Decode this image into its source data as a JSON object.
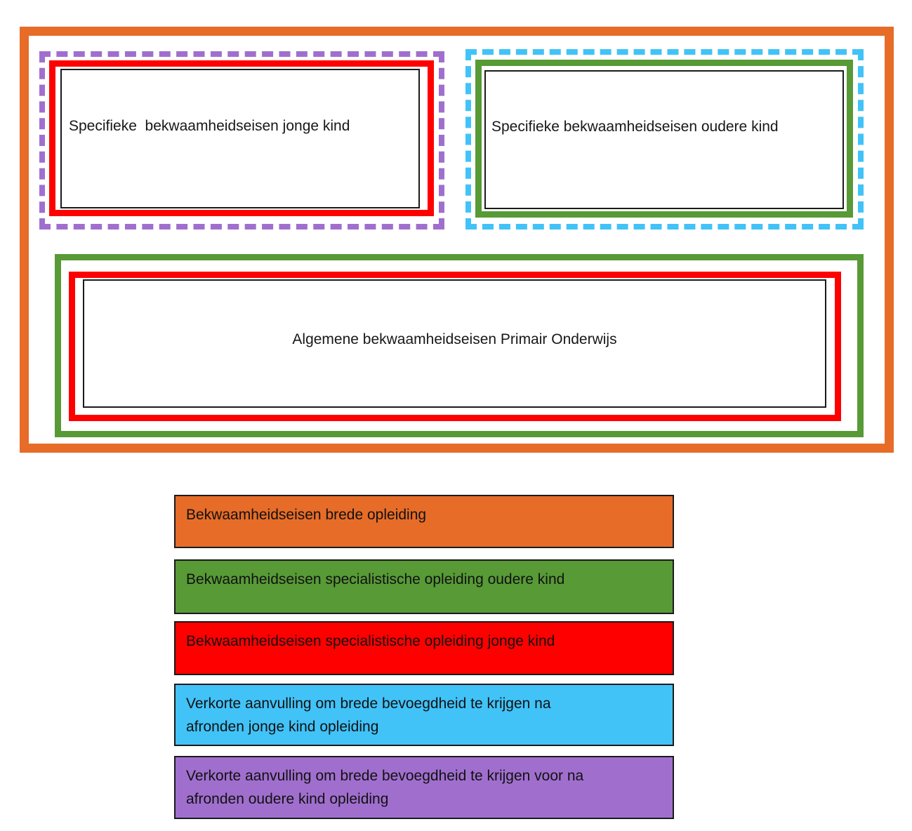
{
  "colors": {
    "orange": "#E66C28",
    "green": "#579A36",
    "red": "#FE0000",
    "cyan": "#41C3F8",
    "purple": "#A06FCE",
    "outline_black": "#1a1a1a"
  },
  "diagram": {
    "specifieke_jonge_kind": "Specifieke  bekwaamheidseisen jonge kind",
    "specifieke_oudere_kind": "Specifieke bekwaamheidseisen oudere kind",
    "algemene": "Algemene bekwaamheidseisen Primair Onderwijs"
  },
  "legend": {
    "items": [
      {
        "label": "Bekwaamheidseisen brede opleiding",
        "color": "#E66C28"
      },
      {
        "label": "Bekwaamheidseisen specialistische opleiding oudere kind",
        "color": "#579A36"
      },
      {
        "label": "Bekwaamheidseisen specialistische opleiding jonge kind",
        "color": "#FE0000"
      },
      {
        "label": "Verkorte aanvulling om brede bevoegdheid te krijgen na\nafronden jonge kind opleiding",
        "color": "#41C3F8"
      },
      {
        "label": "Verkorte aanvulling om brede bevoegdheid te krijgen voor na\nafronden oudere kind opleiding",
        "color": "#A06FCE"
      }
    ]
  }
}
